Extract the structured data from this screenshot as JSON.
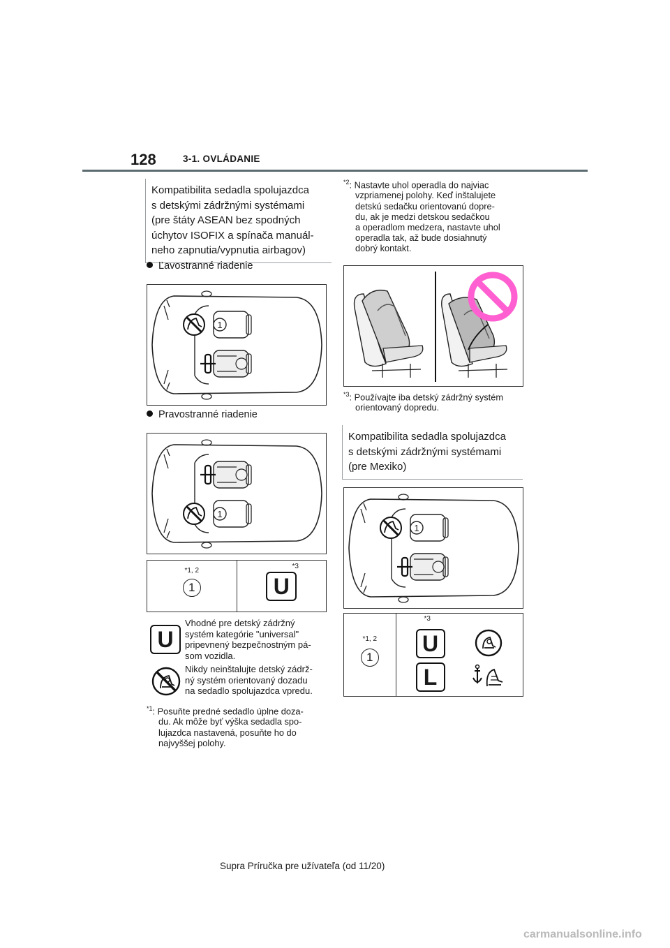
{
  "header": {
    "page_number": "128",
    "section": "3-1. OVLÁDANIE"
  },
  "left": {
    "heading": "Kompatibilita sedadla spolujazdca s detskými zádržnými systémami (pre štáty ASEAN bez spodných úchytov ISOFIX a spínača manuál- neho zapnutia/vypnutia airbagov)",
    "heading_lines": [
      "Kompatibilita sedadla spolujazdca",
      "s detskými zádržnými systémami",
      "(pre štáty ASEAN bez spodných",
      "úchytov ISOFIX a spínača manuál-",
      "neho zapnutia/vypnutia airbagov)"
    ],
    "bullet_lhd": "Ľavostranné riadenie",
    "bullet_rhd": "Pravostranné riadenie",
    "seat_label": "1",
    "table": {
      "col1_sup": "*1, 2",
      "col1_value": "1",
      "col2_sup": "*3",
      "col2_value": "U"
    },
    "legend": [
      {
        "icon": "U",
        "lines": [
          "Vhodné pre detský zádržný",
          "systém kategórie \"universal\"",
          "pripevnený bezpečnostným pá-",
          "som vozidla."
        ]
      },
      {
        "icon": "no-rear-facing",
        "lines": [
          "Nikdy neinštalujte detský zádrž-",
          "ný systém orientovaný dozadu",
          "na sedadlo spolujazdca vpredu."
        ]
      }
    ],
    "note1": {
      "marker": "*1",
      "lines": [
        ": Posuňte predné sedadlo úplne doza-",
        "du. Ak môže byť výška sedadla spo-",
        "lujazdca nastavená, posuňte ho do",
        "najvyššej polohy."
      ]
    }
  },
  "right": {
    "note2": {
      "marker": "*2",
      "lines": [
        ": Nastavte uhol operadla do najviac",
        "vzpriamenej polohy. Keď inštalujete",
        "detskú sedačku orientovanú dopre-",
        "du, ak je medzi detskou sedačkou",
        "a operadlom medzera, nastavte uhol",
        "operadla tak, až bude dosiahnutý",
        "dobrý kontakt."
      ]
    },
    "note3": {
      "marker": "*3",
      "lines": [
        ": Používajte iba detský zádržný systém",
        "orientovaný dopredu."
      ]
    },
    "heading_lines": [
      "Kompatibilita sedadla spolujazdca",
      "s detskými zádržnými systémami",
      "(pre Mexiko)"
    ],
    "table": {
      "col1_sup": "*1, 2",
      "col1_value": "1",
      "col2_sup": "*3",
      "icon_u": "U",
      "icon_l": "L"
    }
  },
  "footer": "Supra Príručka pre užívateľa (od 11/20)",
  "watermark": "carmanualsonline.info",
  "colors": {
    "rule": "#5b6b70",
    "prohibit": "#ff5fd0"
  }
}
